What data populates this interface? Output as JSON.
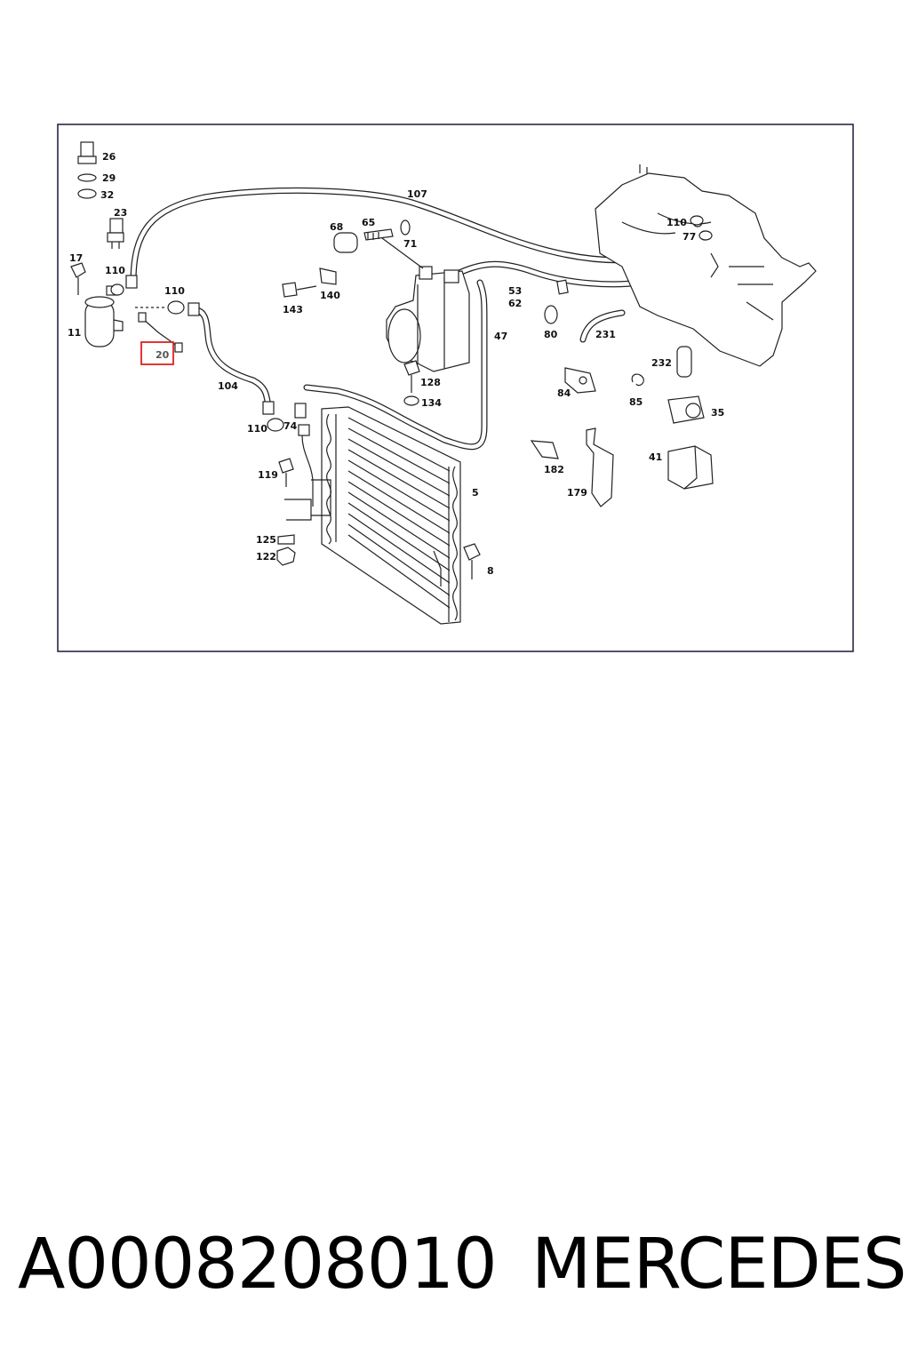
{
  "diagram": {
    "frame_color": "#1a1a3a",
    "highlight_color": "#e02020",
    "highlighted_label": "20",
    "labels": {
      "l26": "26",
      "l29": "29",
      "l32": "32",
      "l23": "23",
      "l17": "17",
      "l110a": "110",
      "l11": "11",
      "l110b": "110",
      "l20": "20",
      "l104": "104",
      "l107": "107",
      "l68": "68",
      "l65": "65",
      "l71": "71",
      "l143": "143",
      "l140": "140",
      "l110c": "110",
      "l77": "77",
      "l53": "53",
      "l62": "62",
      "l80": "80",
      "l231": "231",
      "l47": "47",
      "l128": "128",
      "l134": "134",
      "l232": "232",
      "l84": "84",
      "l85": "85",
      "l35": "35",
      "l110d": "110",
      "l74": "74",
      "l119": "119",
      "l182": "182",
      "l41": "41",
      "l179": "179",
      "l5": "5",
      "l125": "125",
      "l122": "122",
      "l8": "8"
    }
  },
  "footer": {
    "part_number": "A0008208010",
    "brand": "MERCEDES"
  }
}
